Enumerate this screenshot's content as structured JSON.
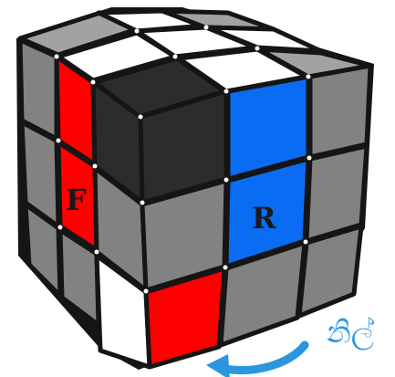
{
  "labels": {
    "front_face": "F",
    "right_face": "R",
    "arrow_caption": "නිල්"
  },
  "colors": {
    "body": "#151515",
    "red": "#ff0000",
    "white": "#ffffff",
    "blue": "#0a6cf2",
    "gray": "#828282",
    "gray_top": "#a2a2a2",
    "black_sticker": "#2c2c2c",
    "arrow": "#2a96df"
  },
  "icons": {
    "arrow": "curved-arrow-left-icon"
  }
}
